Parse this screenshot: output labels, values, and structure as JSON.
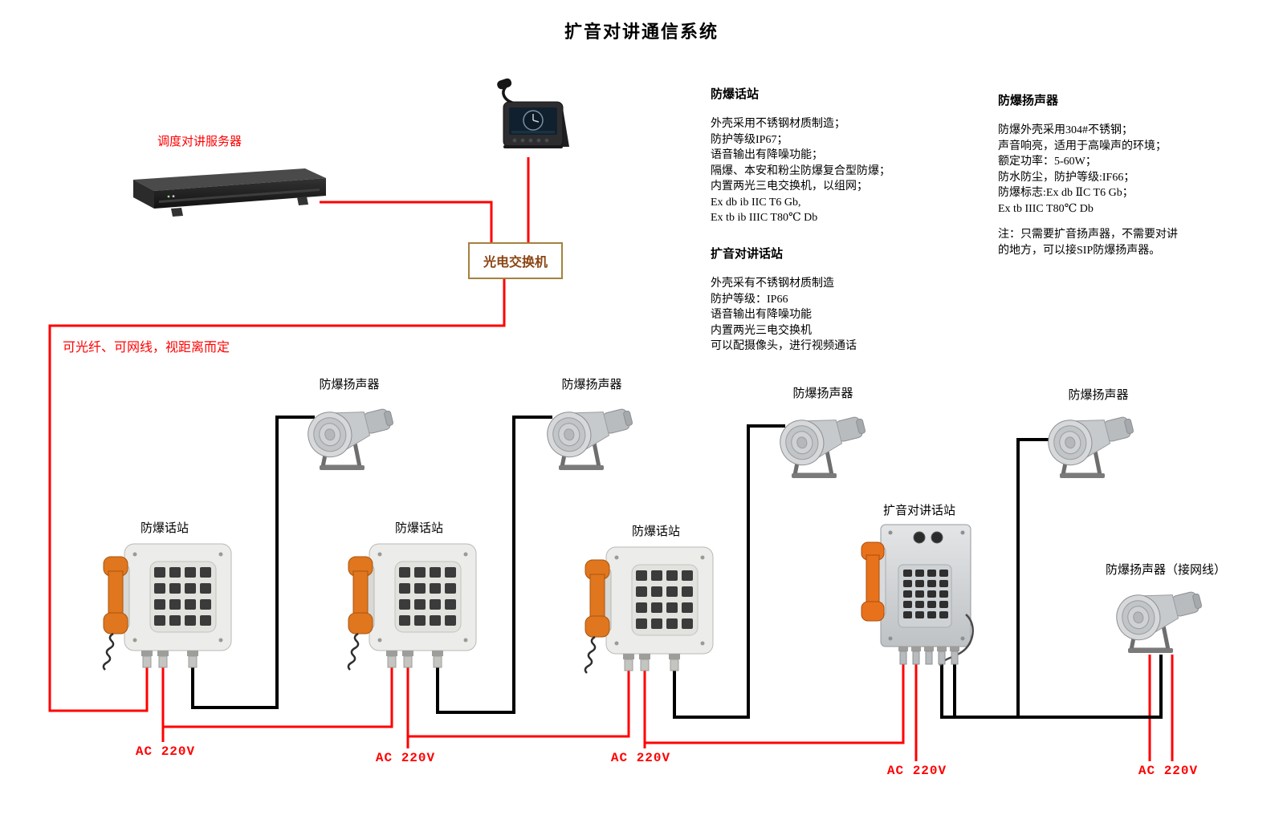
{
  "title": "扩音对讲通信系统",
  "server": {
    "label": "调度对讲服务器"
  },
  "switch": {
    "label": "光电交换机"
  },
  "link_note": "可光纤、可网线，视距离而定",
  "info_blocks": {
    "station": {
      "heading": "防爆话站",
      "lines": [
        "外壳采用不锈钢材质制造；",
        "防护等级IP67；",
        "语音输出有降噪功能；",
        "隔爆、本安和粉尘防爆复合型防爆；",
        "内置两光三电交换机，以组网；",
        "Ex db ib IIC T6 Gb,",
        "Ex tb ib IIIC T80℃ Db"
      ]
    },
    "pa_station": {
      "heading": "扩音对讲话站",
      "lines": [
        "外壳采有不锈钢材质制造",
        "防护等级：IP66",
        "语音输出有降噪功能",
        "内置两光三电交换机",
        "可以配摄像头，进行视频通话"
      ]
    },
    "speaker": {
      "heading": "防爆扬声器",
      "lines": [
        "防爆外壳采用304#不锈钢；",
        "声音响亮，适用于高噪声的环境；",
        "额定功率：5-60W；",
        "防水防尘，防护等级:IF66；",
        "防爆标志:Ex db ⅡC T6 Gb；",
        "Ex tb IIIC T80℃ Db"
      ],
      "note_lines": [
        "注：只需要扩音扬声器，不需要对讲",
        "的地方，可以接SIP防爆扬声器。"
      ]
    }
  },
  "speaker_labels": [
    "防爆扬声器",
    "防爆扬声器",
    "防爆扬声器",
    "防爆扬声器"
  ],
  "net_speaker_label": "防爆扬声器（接网线）",
  "station_labels": [
    "防爆话站",
    "防爆话站",
    "防爆话站"
  ],
  "pa_station_label": "扩音对讲话站",
  "ac_labels": [
    "AC 220V",
    "AC 220V",
    "AC 220V",
    "AC 220V",
    "AC 220V"
  ],
  "colors": {
    "wire_red": "#ff0000",
    "wire_black": "#000000",
    "label_red": "#ff0000",
    "switch_text": "#8b4513",
    "switch_border": "#a5813f",
    "handset_orange": "#e0761e",
    "steel_gray": "#c9ccce"
  }
}
